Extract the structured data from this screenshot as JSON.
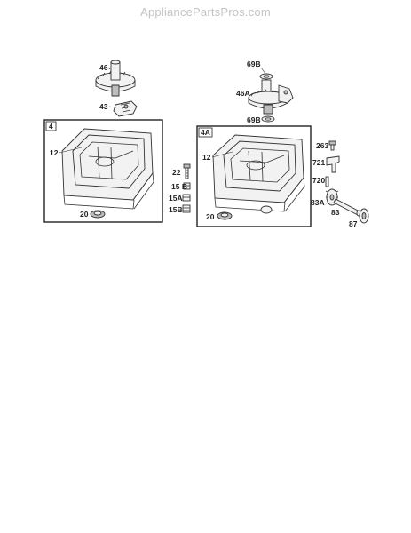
{
  "watermark": "AppliancePartsPros.com",
  "boxes": [
    {
      "id": "box-4",
      "label": "4"
    },
    {
      "id": "box-4a",
      "label": "4A"
    }
  ],
  "callouts": {
    "c46": "46",
    "c43": "43",
    "c12_left": "12",
    "c20_left": "20",
    "c69b_top": "69B",
    "c46a": "46A",
    "c69b_bottom": "69B",
    "c12_right": "12",
    "c20_right": "20",
    "c22": "22",
    "c15b_upper": "15 B",
    "c15a": "15A",
    "c15b_lower": "15B",
    "c263": "263",
    "c721": "721",
    "c720": "720",
    "c83a": "83A",
    "c83": "83",
    "c87": "87"
  }
}
